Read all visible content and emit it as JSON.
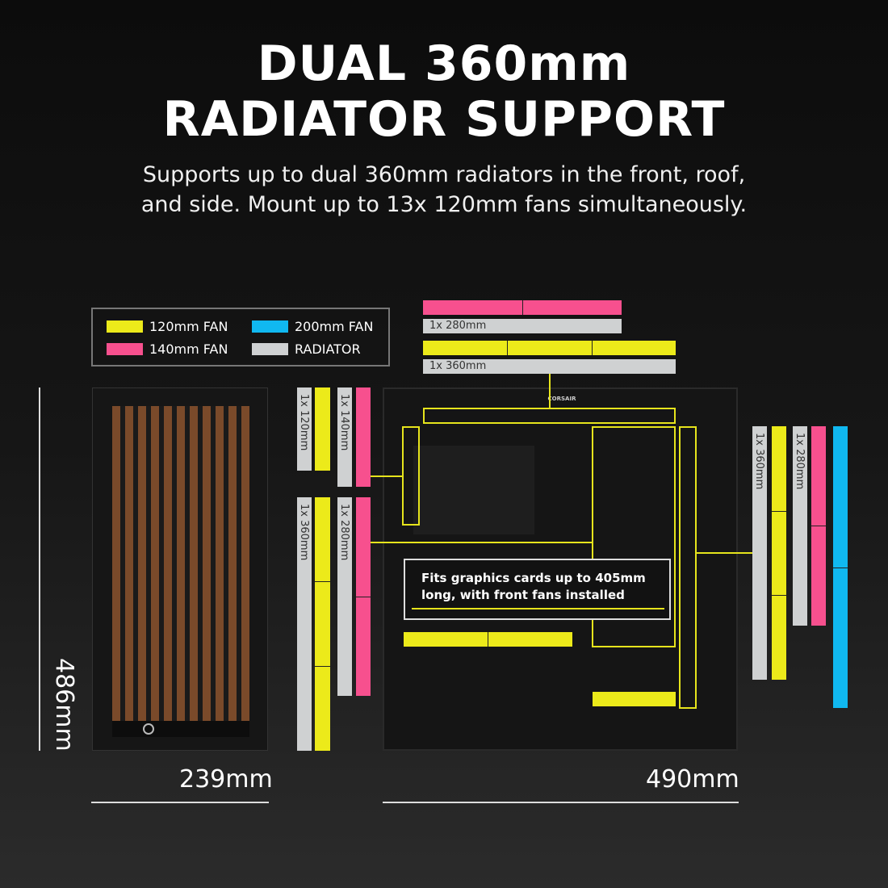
{
  "title": {
    "line1": "DUAL 360mm",
    "line2": "RADIATOR SUPPORT"
  },
  "subtitle": {
    "line1": "Supports up to dual 360mm radiators in the front, roof,",
    "line2": "and side. Mount up to 13x 120mm fans simultaneously."
  },
  "legend": [
    {
      "label": "120mm FAN",
      "color": "#ecea1a"
    },
    {
      "label": "200mm FAN",
      "color": "#10b8f0"
    },
    {
      "label": "140mm FAN",
      "color": "#f7508e"
    },
    {
      "label": "RADIATOR",
      "color": "#cfd1d2"
    }
  ],
  "radiators": {
    "top_280": "1x 280mm",
    "top_360": "1x 360mm",
    "rear_120": "1x 120mm",
    "rear_140": "1x 140mm",
    "bottom_360": "1x 360mm",
    "bottom_280": "1x 280mm",
    "side_360": "1x 360mm",
    "side_280": "1x 280mm"
  },
  "case": {
    "brand": "CORSAIR"
  },
  "callout": {
    "line1": "Fits graphics cards up to 405mm",
    "line2": "long, with front fans installed"
  },
  "dimensions": {
    "height": "486mm",
    "width": "239mm",
    "depth": "490mm"
  }
}
